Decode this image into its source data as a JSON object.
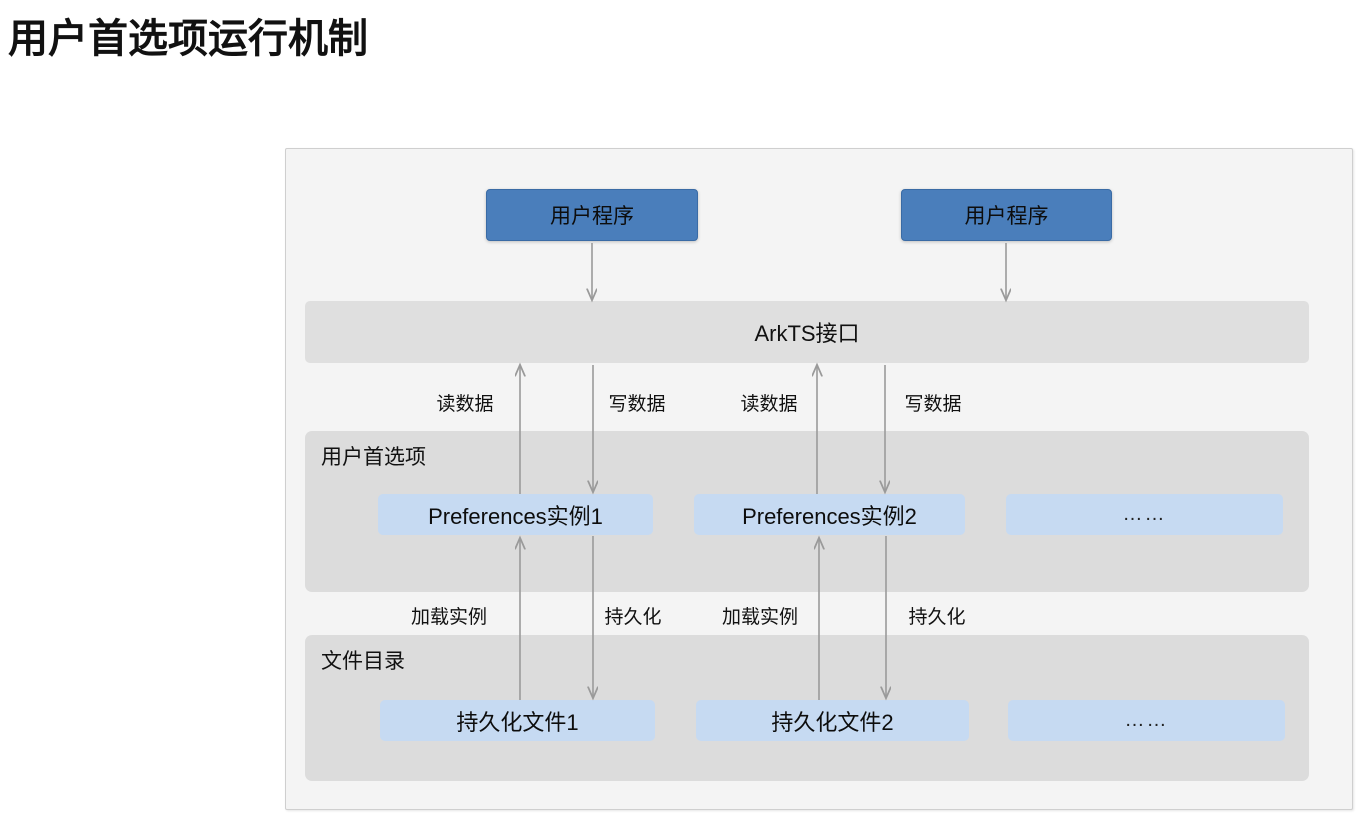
{
  "page": {
    "title": "用户首选项运行机制",
    "background": "#ffffff"
  },
  "colors": {
    "user_app_fill": "#4a7ebb",
    "user_app_border": "#3a6ba5",
    "interface_bar_fill": "#dfdfdf",
    "layer_panel_fill": "#dcdcdc",
    "item_box_fill": "#c6daf2",
    "frame_fill": "#f4f4f4",
    "frame_border": "#cfcfcf",
    "arrow_stroke": "#9a9a9a",
    "text": "#111111"
  },
  "diagram": {
    "user_apps": [
      {
        "label": "用户程序"
      },
      {
        "label": "用户程序"
      }
    ],
    "interface_bar": {
      "label": "ArkTS接口"
    },
    "layers": [
      {
        "id": "preferences",
        "title": "用户首选项",
        "items": [
          {
            "label": "Preferences实例1"
          },
          {
            "label": "Preferences实例2"
          },
          {
            "label": "……"
          }
        ]
      },
      {
        "id": "file-directory",
        "title": "文件目录",
        "items": [
          {
            "label": "持久化文件1"
          },
          {
            "label": "持久化文件2"
          },
          {
            "label": "……"
          }
        ]
      }
    ],
    "edge_labels_upper": [
      {
        "label": "读数据"
      },
      {
        "label": "写数据"
      },
      {
        "label": "读数据"
      },
      {
        "label": "写数据"
      }
    ],
    "edge_labels_lower": [
      {
        "label": "加载实例"
      },
      {
        "label": "持久化"
      },
      {
        "label": "加载实例"
      },
      {
        "label": "持久化"
      }
    ]
  }
}
